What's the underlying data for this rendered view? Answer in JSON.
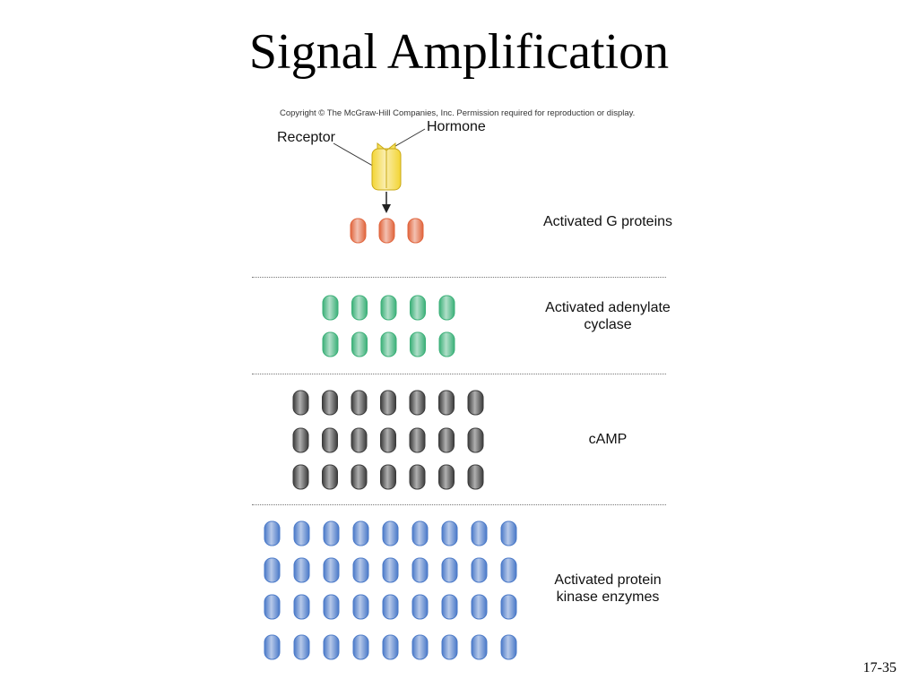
{
  "slide": {
    "title": "Signal Amplification",
    "copyright": "Copyright © The McGraw-Hill Companies, Inc. Permission required for reproduction or display.",
    "number": "17-35"
  },
  "receptor": {
    "receptor_label": "Receptor",
    "hormone_label": "Hormone",
    "color": "#f3d534"
  },
  "stages": [
    {
      "label": "Activated G proteins",
      "count": 3,
      "color": "#e0643c"
    },
    {
      "label": "Activated adenylate cyclase",
      "count": 10,
      "color": "#3bb078"
    },
    {
      "label": "cAMP",
      "count": 21,
      "color": "#3a3a3a"
    },
    {
      "label": "Activated protein kinase enzymes",
      "count": 36,
      "color": "#4a79c8"
    }
  ]
}
